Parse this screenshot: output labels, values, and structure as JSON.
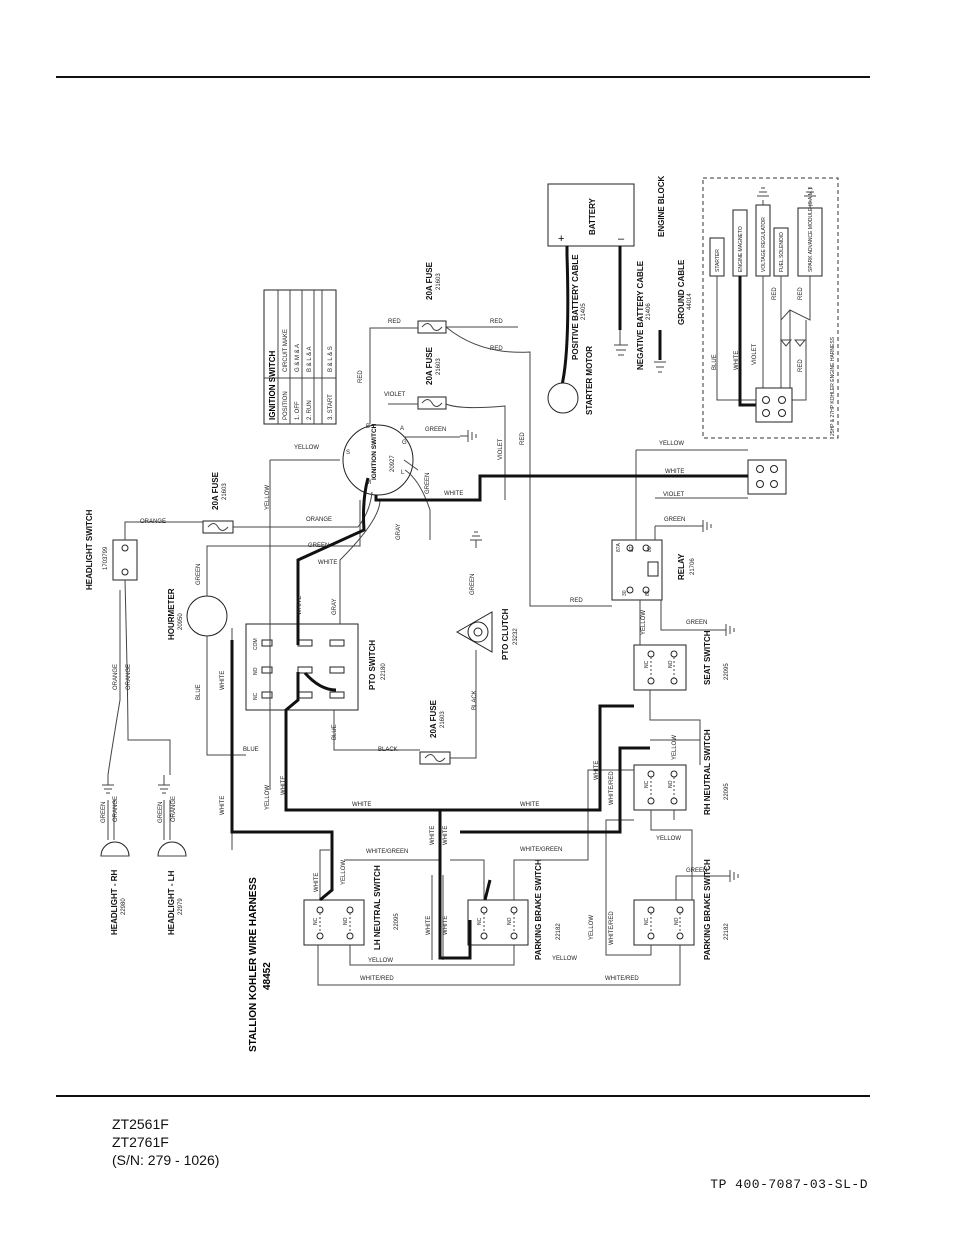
{
  "footer": {
    "models": [
      "ZT2561F",
      "ZT2761F",
      "(S/N: 279 - 1026)"
    ],
    "document_number": "TP 400-7087-03-SL-D"
  },
  "harness": {
    "title": "STALLION KOHLER WIRE HARNESS",
    "part": "48452"
  },
  "ignition_table": {
    "title": "IGNITION SWITCH",
    "headers": [
      "POSITION",
      "CIRCUIT MAKE"
    ],
    "rows": [
      [
        "1. OFF",
        "G & M & A"
      ],
      [
        "2. RUN",
        "B & L & A"
      ],
      [
        "3. START",
        "B & L & S"
      ]
    ]
  },
  "components": {
    "battery": "BATTERY",
    "battery_pos": "+",
    "battery_neg": "–",
    "engine_block": "ENGINE BLOCK",
    "pos_cable": {
      "name": "POSITIVE BATTERY CABLE",
      "part": "21405"
    },
    "neg_cable": {
      "name": "NEGATIVE BATTERY CABLE",
      "part": "21406"
    },
    "ground_cable": {
      "name": "GROUND CABLE",
      "part": "44014"
    },
    "starter_motor": "STARTER MOTOR",
    "fuse_top": {
      "name": "20A FUSE",
      "part": "21603"
    },
    "fuse_mid": {
      "name": "20A FUSE",
      "part": "21603"
    },
    "fuse_left": {
      "name": "20A FUSE",
      "part": "21603"
    },
    "fuse_bottom": {
      "name": "20A FUSE",
      "part": "21603"
    },
    "ignition_switch": {
      "name": "IGNITION SWITCH",
      "part": "20927"
    },
    "headlight_switch": {
      "name": "HEADLIGHT SWITCH",
      "part": "1703799"
    },
    "hourmeter": {
      "name": "HOURMETER",
      "part": "20950"
    },
    "pto_switch": {
      "name": "PTO SWITCH",
      "part": "22180"
    },
    "pto_clutch": {
      "name": "PTO CLUTCH",
      "part": "23232"
    },
    "relay": {
      "name": "RELAY",
      "part": "21706"
    },
    "seat_switch": {
      "name": "SEAT SWITCH",
      "part": "22095"
    },
    "rh_neutral": {
      "name": "RH NEUTRAL SWITCH",
      "part": "22095"
    },
    "lh_neutral": {
      "name": "LH NEUTRAL SWITCH",
      "part": "22095"
    },
    "park_brake_mid": {
      "name": "PARKING BRAKE SWITCH",
      "part": "22182"
    },
    "park_brake_right": {
      "name": "PARKING BRAKE SWITCH",
      "part": "22182"
    },
    "headlight_rh": {
      "name": "HEADLIGHT - RH",
      "part": "22980"
    },
    "headlight_lh": {
      "name": "HEADLIGHT - LH",
      "part": "22979"
    },
    "engine_harness": "25HP & 27HP KOHLER ENGINE HARNESS",
    "engine_items": [
      "STARTER",
      "ENGINE MAGNETO",
      "VOLTAGE REGULATOR",
      "FUEL SOLENOID",
      "SPARK ADVANCE MODULE (S.A.M.)"
    ]
  },
  "pto_terminals": [
    "COM",
    "NO",
    "NC"
  ],
  "switch_terminals": [
    "NC",
    "NO"
  ],
  "relay_terminals": [
    "87A",
    "87",
    "85",
    "30",
    "86"
  ],
  "ignition_terminals": [
    "S",
    "B",
    "A",
    "G",
    "L",
    "M"
  ],
  "wire_labels": {
    "yellow": "YELLOW",
    "white": "WHITE",
    "violet": "VIOLET",
    "green": "GREEN",
    "red": "RED",
    "orange": "ORANGE",
    "gray": "GRAY",
    "blue": "BLUE",
    "black": "BLACK",
    "white_green": "WHITE/GREEN",
    "white_red": "WHITE/RED"
  }
}
